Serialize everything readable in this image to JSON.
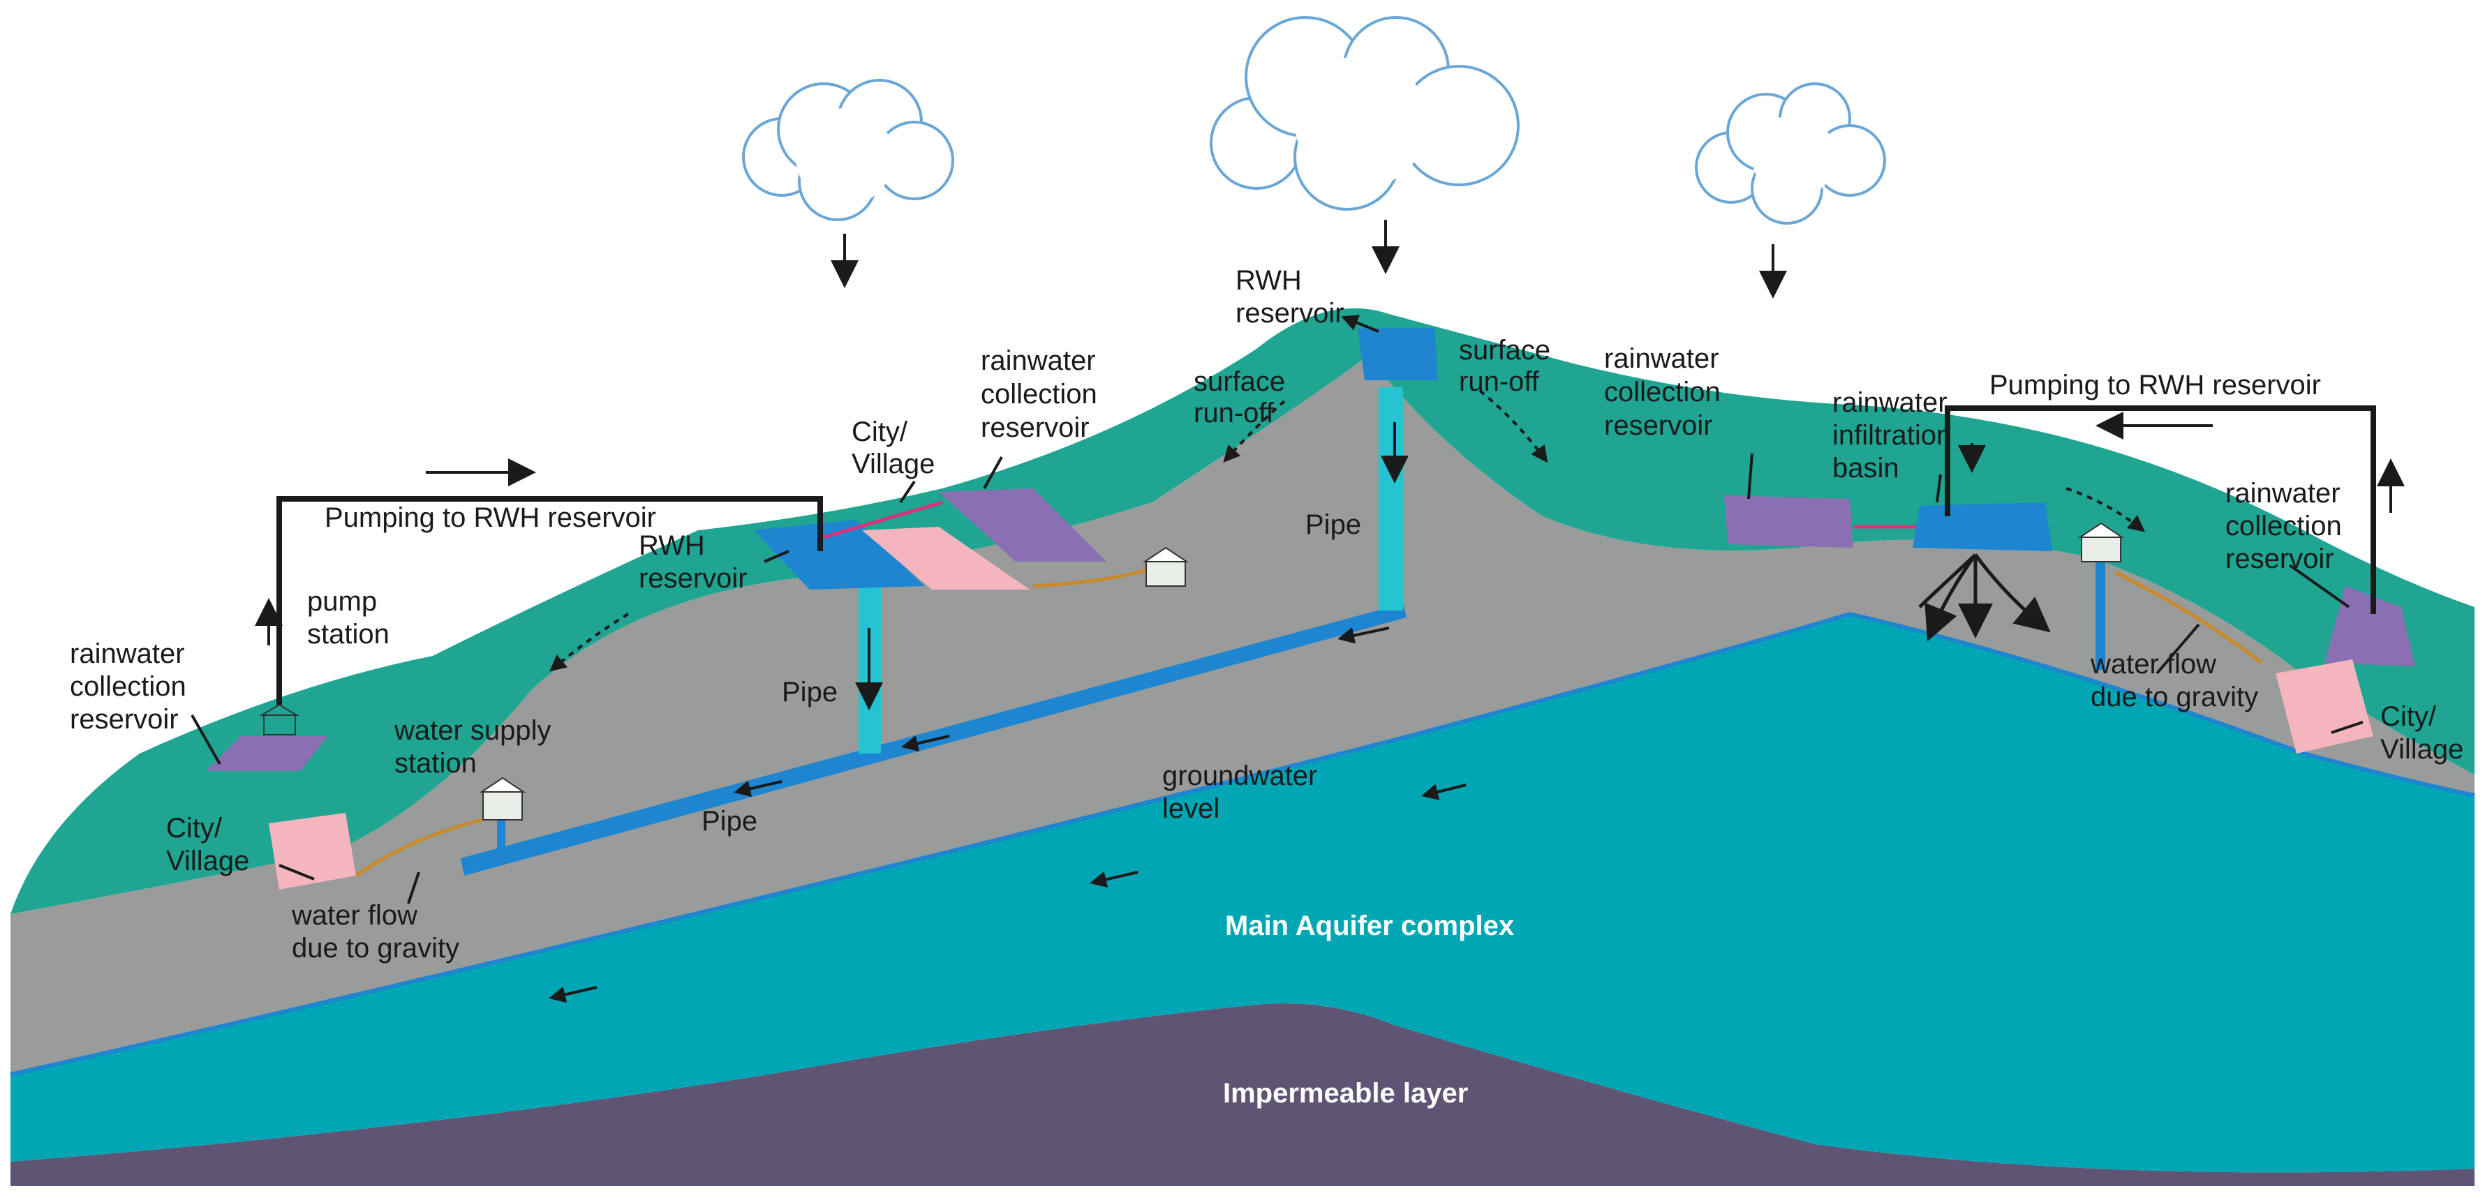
{
  "colors": {
    "surface": "#1fa592",
    "bedrock": "#9a9b9b",
    "aquifer": "#00a6b3",
    "impermeable": "#5f5474",
    "pipe": "#1e86d0",
    "pipe_vertical": "#26c3d2",
    "reservoir": "#8a6fb3",
    "city": "#f5b5be",
    "pumping_line": "#1a1a1a",
    "cloud_outline": "#6aa6d6"
  },
  "labels": {
    "rwh_reservoir_top": [
      "RWH",
      "reservoir"
    ],
    "surface_runoff_left": [
      "surface",
      "run-off"
    ],
    "surface_runoff_right": [
      "surface",
      "run-off"
    ],
    "rainwater_collection_center_left": [
      "rainwater",
      "collection",
      "reservoir"
    ],
    "city_village_center_left": [
      "City/",
      "Village"
    ],
    "pumping_left": "Pumping to RWH reservoir",
    "rwh_reservoir_left": [
      "RWH",
      "reservoir"
    ],
    "pump_station": [
      "pump",
      "station"
    ],
    "rainwater_collection_far_left": [
      "rainwater",
      "collection",
      "reservoir"
    ],
    "city_village_far_left": [
      "City/",
      "Village"
    ],
    "water_supply_station": [
      "water supply",
      "station"
    ],
    "water_flow_left": [
      "water flow",
      "due to gravity"
    ],
    "pipe_left_vertical": "Pipe",
    "pipe_diagonal": "Pipe",
    "pipe_center": "Pipe",
    "groundwater_level": [
      "groundwater",
      "level"
    ],
    "rainwater_collection_center_right": [
      "rainwater",
      "collection",
      "reservoir"
    ],
    "rainwater_infiltration": [
      "rainwater",
      "infiltration",
      "basin"
    ],
    "pumping_right": "Pumping to RWH reservoir",
    "rainwater_collection_far_right": [
      "rainwater",
      "collection",
      "reservoir"
    ],
    "water_flow_right": [
      "water flow",
      "due to gravity"
    ],
    "city_village_far_right": [
      "City/",
      "Village"
    ],
    "main_aquifer": "Main Aquifer complex",
    "impermeable_layer": "Impermeable layer"
  }
}
